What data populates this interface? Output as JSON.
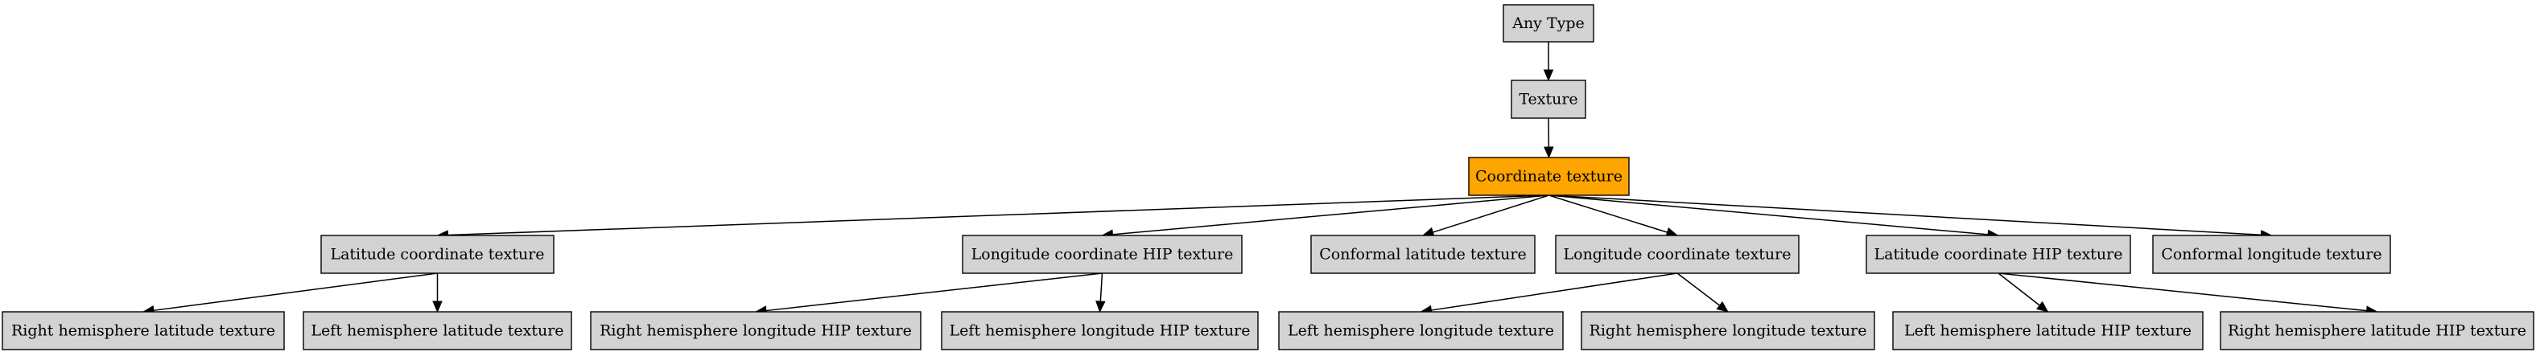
{
  "colors": {
    "node_fill": "#d3d3d3",
    "highlight_fill": "#ffa500",
    "stroke": "#000000",
    "background": "#ffffff"
  },
  "nodes": [
    {
      "id": "any",
      "label": "Any Type",
      "highlight": false
    },
    {
      "id": "texture",
      "label": "Texture",
      "highlight": false
    },
    {
      "id": "coord",
      "label": "Coordinate texture",
      "highlight": true
    },
    {
      "id": "lat",
      "label": "Latitude coordinate texture",
      "highlight": false
    },
    {
      "id": "lonhip",
      "label": "Longitude coordinate HIP texture",
      "highlight": false
    },
    {
      "id": "conflat",
      "label": "Conformal latitude texture",
      "highlight": false
    },
    {
      "id": "lon",
      "label": "Longitude coordinate texture",
      "highlight": false
    },
    {
      "id": "lathip",
      "label": "Latitude coordinate HIP texture",
      "highlight": false
    },
    {
      "id": "conflon",
      "label": "Conformal longitude texture",
      "highlight": false
    },
    {
      "id": "rhlat",
      "label": "Right hemisphere latitude texture",
      "highlight": false
    },
    {
      "id": "lhlat",
      "label": "Left hemisphere latitude texture",
      "highlight": false
    },
    {
      "id": "rhlonhip",
      "label": "Right hemisphere longitude HIP texture",
      "highlight": false
    },
    {
      "id": "lhlonhip",
      "label": "Left hemisphere longitude HIP texture",
      "highlight": false
    },
    {
      "id": "lhlon",
      "label": "Left hemisphere longitude texture",
      "highlight": false
    },
    {
      "id": "rhlon",
      "label": "Right hemisphere longitude texture",
      "highlight": false
    },
    {
      "id": "lhlathip",
      "label": "Left hemisphere latitude HIP texture",
      "highlight": false
    },
    {
      "id": "rhlathip",
      "label": "Right hemisphere latitude HIP texture",
      "highlight": false
    }
  ],
  "edges": [
    {
      "from": "any",
      "to": "texture"
    },
    {
      "from": "texture",
      "to": "coord"
    },
    {
      "from": "coord",
      "to": "lat"
    },
    {
      "from": "coord",
      "to": "lonhip"
    },
    {
      "from": "coord",
      "to": "conflat"
    },
    {
      "from": "coord",
      "to": "lon"
    },
    {
      "from": "coord",
      "to": "lathip"
    },
    {
      "from": "coord",
      "to": "conflon"
    },
    {
      "from": "lat",
      "to": "rhlat"
    },
    {
      "from": "lat",
      "to": "lhlat"
    },
    {
      "from": "lonhip",
      "to": "rhlonhip"
    },
    {
      "from": "lonhip",
      "to": "lhlonhip"
    },
    {
      "from": "lon",
      "to": "lhlon"
    },
    {
      "from": "lon",
      "to": "rhlon"
    },
    {
      "from": "lathip",
      "to": "lhlathip"
    },
    {
      "from": "lathip",
      "to": "rhlathip"
    }
  ]
}
